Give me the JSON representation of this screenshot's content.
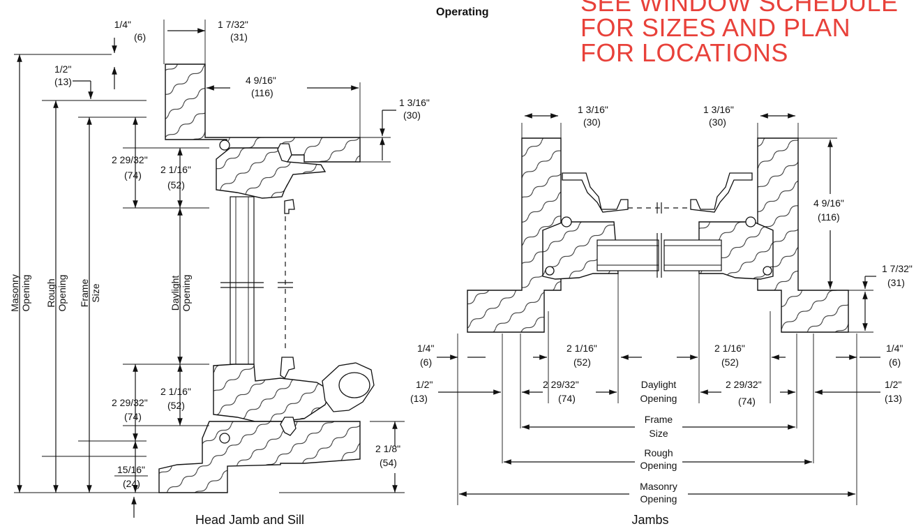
{
  "header": {
    "label": "Operating"
  },
  "note": {
    "lines": [
      "SEE WINDOW SCHEDULE",
      "FOR SIZES AND PLAN",
      "FOR LOCATIONS"
    ],
    "color": "#e8413a"
  },
  "head_sill": {
    "caption": "Head Jamb and Sill",
    "dims": {
      "top_quarter": {
        "frac": "1/4\"",
        "mm": "(6)"
      },
      "top_1_7_32": {
        "frac": "1 7/32\"",
        "mm": "(31)"
      },
      "top_half": {
        "frac": "1/2\"",
        "mm": "(13)"
      },
      "head_4_9_16": {
        "frac": "4 9/16\"",
        "mm": "(116)"
      },
      "head_1_3_16": {
        "frac": "1 3/16\"",
        "mm": "(30)"
      },
      "head_2_29_32": {
        "frac": "2 29/32\"",
        "mm": "(74)"
      },
      "head_2_1_16": {
        "frac": "2 1/16\"",
        "mm": "(52)"
      },
      "sill_2_29_32": {
        "frac": "2 29/32\"",
        "mm": "(74)"
      },
      "sill_2_1_16": {
        "frac": "2 1/16\"",
        "mm": "(52)"
      },
      "sill_15_16": {
        "frac": "15/16\"",
        "mm": "(24)"
      },
      "sill_2_1_8": {
        "frac": "2 1/8\"",
        "mm": "(54)"
      }
    },
    "vertical_labels": {
      "masonry": [
        "Masonry",
        "Opening"
      ],
      "rough": [
        "Rough",
        "Opening"
      ],
      "frame": [
        "Frame",
        "Size"
      ],
      "daylight": [
        "Daylight",
        "Opening"
      ]
    }
  },
  "jambs": {
    "caption": "Jambs",
    "dims": {
      "left_1_3_16": {
        "frac": "1 3/16\"",
        "mm": "(30)"
      },
      "right_1_3_16": {
        "frac": "1 3/16\"",
        "mm": "(30)"
      },
      "right_4_9_16": {
        "frac": "4 9/16\"",
        "mm": "(116)"
      },
      "right_1_7_32": {
        "frac": "1 7/32\"",
        "mm": "(31)"
      },
      "left_quarter": {
        "frac": "1/4\"",
        "mm": "(6)"
      },
      "right_quarter": {
        "frac": "1/4\"",
        "mm": "(6)"
      },
      "left_half": {
        "frac": "1/2\"",
        "mm": "(13)"
      },
      "right_half": {
        "frac": "1/2\"",
        "mm": "(13)"
      },
      "left_2_1_16": {
        "frac": "2 1/16\"",
        "mm": "(52)"
      },
      "right_2_1_16": {
        "frac": "2 1/16\"",
        "mm": "(52)"
      },
      "left_2_29_32": {
        "frac": "2 29/32\"",
        "mm": "(74)"
      },
      "right_2_29_32": {
        "frac": "2 29/32\"",
        "mm": "(74)"
      }
    },
    "labels": {
      "daylight": [
        "Daylight",
        "Opening"
      ],
      "frame": [
        "Frame",
        "Size"
      ],
      "rough": [
        "Rough",
        "Opening"
      ],
      "masonry": [
        "Masonry",
        "Opening"
      ]
    }
  }
}
